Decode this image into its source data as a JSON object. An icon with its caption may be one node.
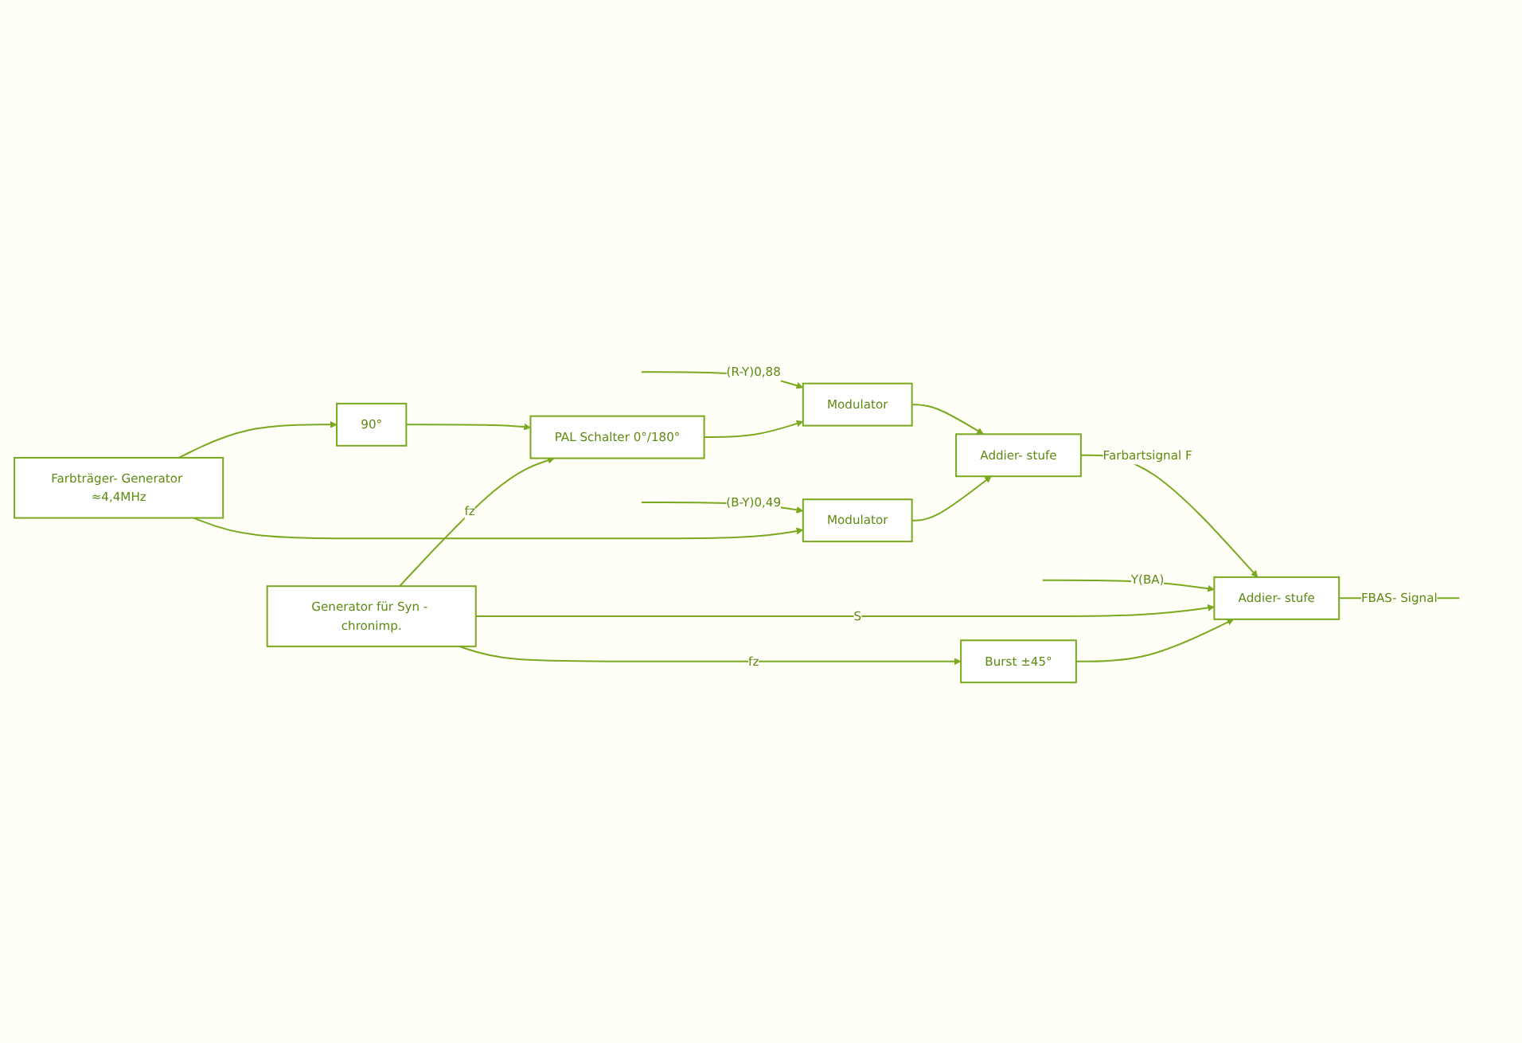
{
  "diagram": {
    "nodes": [
      {
        "text": [
          "Modulator"
        ]
      },
      {
        "text": [
          "Addier- stufe"
        ]
      },
      {
        "text": [
          "Modulator"
        ]
      },
      {
        "text": [
          "Farbträger- Generator ≈4,4MHz"
        ]
      },
      {
        "text": [
          "90°"
        ]
      },
      {
        "text": [
          "PAL Schalter 0°/180°"
        ]
      },
      {
        "text": [
          "Addier- stufe"
        ]
      },
      {
        "text": [
          "Generator für Syn - chronimp."
        ]
      },
      {
        "text": [
          "Burst ±45°"
        ]
      }
    ],
    "edges": [
      {
        "from": null,
        "to": 0,
        "arrow": "to",
        "label": "(R-Y)0,88"
      },
      {
        "from": 0,
        "to": 1,
        "arrow": "to"
      },
      {
        "from": 2,
        "to": 1,
        "arrow": "to"
      },
      {
        "from": null,
        "to": 2,
        "arrow": "to",
        "label": "(B-Y)0,49"
      },
      {
        "from": 3,
        "to": 2,
        "arrow": "to"
      },
      {
        "from": 3,
        "to": 4,
        "arrow": "to"
      },
      {
        "from": 4,
        "to": 5,
        "arrow": "to"
      },
      {
        "from": 5,
        "to": 0,
        "arrow": "to"
      },
      {
        "from": 1,
        "to": 6,
        "arrow": "to",
        "label": "Farbartsignal F"
      },
      {
        "from": null,
        "to": 6,
        "arrow": "to",
        "label": "Y(BA)"
      },
      {
        "from": 6,
        "to": null,
        "arrow": "none",
        "label": "FBAS- Signal"
      },
      {
        "from": 7,
        "to": 5,
        "arrow": "to",
        "label": "fz"
      },
      {
        "from": 7,
        "to": 6,
        "arrow": "to",
        "label": "S"
      },
      {
        "from": 8,
        "to": 6,
        "arrow": "to"
      },
      {
        "from": 7,
        "to": 8,
        "arrow": "to",
        "label": "fz"
      }
    ]
  }
}
